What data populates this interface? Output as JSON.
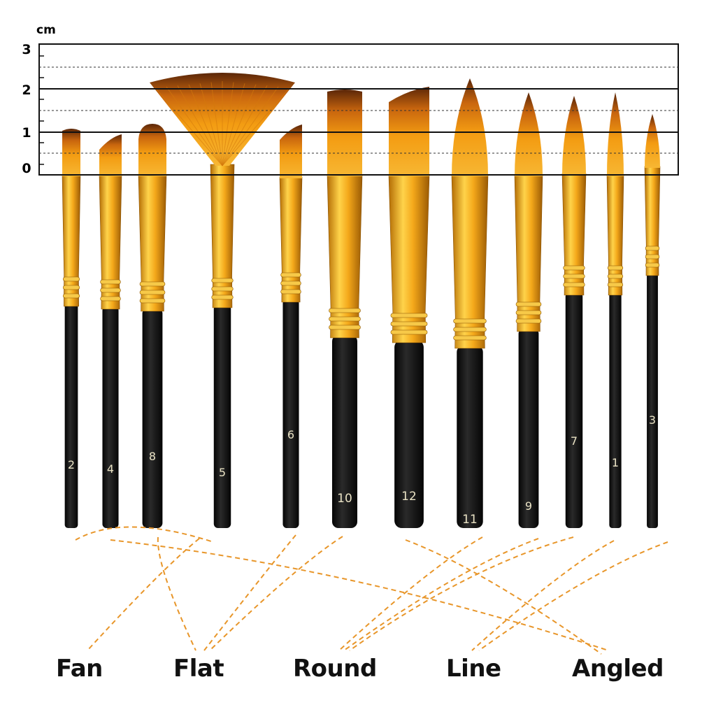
{
  "ruler": {
    "unit": "cm",
    "ticks": [
      {
        "label": "3"
      },
      {
        "label": "2"
      },
      {
        "label": "1"
      },
      {
        "label": "0"
      }
    ]
  },
  "brushes": [
    {
      "size": "2",
      "shape": "flat"
    },
    {
      "size": "4",
      "shape": "angled"
    },
    {
      "size": "8",
      "shape": "round-flat"
    },
    {
      "size": "5",
      "shape": "fan"
    },
    {
      "size": "6",
      "shape": "angled"
    },
    {
      "size": "10",
      "shape": "flat"
    },
    {
      "size": "12",
      "shape": "angled"
    },
    {
      "size": "11",
      "shape": "round"
    },
    {
      "size": "9",
      "shape": "round"
    },
    {
      "size": "7",
      "shape": "round"
    },
    {
      "size": "1",
      "shape": "line"
    },
    {
      "size": "3",
      "shape": "line"
    }
  ],
  "categories": [
    {
      "label": "Fan"
    },
    {
      "label": "Flat"
    },
    {
      "label": "Round"
    },
    {
      "label": "Line"
    },
    {
      "label": "Angled"
    }
  ],
  "colors": {
    "bristle": "#f39c12",
    "bristle_tip": "#5a2608",
    "ferrule": "#e8a317",
    "handle": "#121212",
    "connector": "#e8962a"
  }
}
